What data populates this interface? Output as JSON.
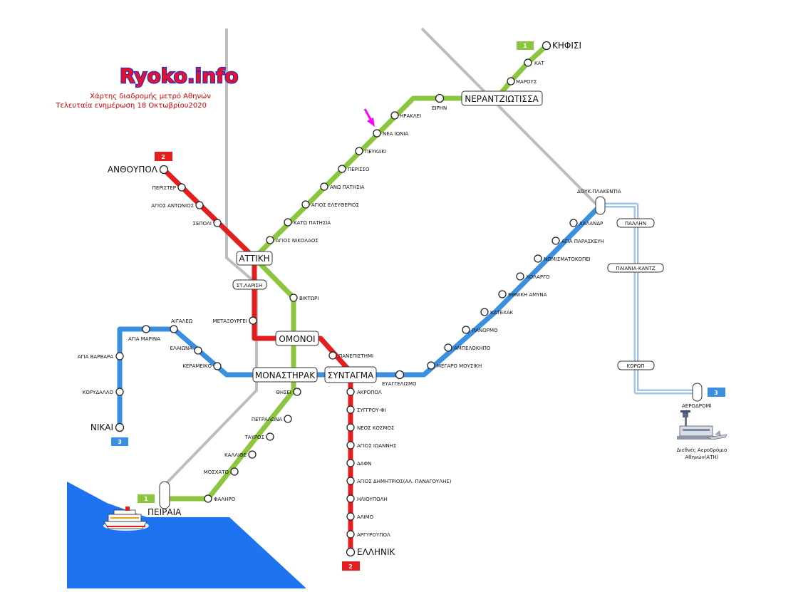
{
  "header": {
    "logo": "Ryoko.info",
    "subtitle": "Χάρτης διαδρομής μετρό Αθηνών",
    "updated": "Τελευταία ενημέρωση 18 Οκτωβρίου2020"
  },
  "colors": {
    "line1": "#8cc63f",
    "line2": "#e41e1e",
    "line3": "#3a8fe0",
    "airport_branch": "#9fc4e8",
    "rail": "#bdbdbd",
    "sea": "#1e73f0",
    "marker": "#ff00ff"
  },
  "badges": {
    "line1_top": "1",
    "line1_bottom": "1",
    "line2_top": "2",
    "line2_bottom": "2",
    "line3_left": "3",
    "line3_right": "3"
  },
  "hubs": {
    "attiki": "ΑΤΤΙΚΗ",
    "omonoia": "ΟΜΟΝΟΙ",
    "monastiraki": "ΜΟΝΑΣΤΗΡΑΚ",
    "syntagma": "ΣΥΝΤΑΓΜΑ",
    "neratziotissa": "ΝΕΡΑΝΤΖΙΩΤΙΣΣΑ",
    "st_larisis": "ΣΤ.ΛΑΡΙΣΗ",
    "pallini": "ΠΑΛΛΗΝ",
    "paiania": "ΠΑΙΑΝΙΑ-ΚΑΝΤΖ",
    "koropi": "ΚΟΡΩΠ"
  },
  "line1": {
    "kifisia": "ΚΗΦΙΣΙ",
    "kat": "ΚΑΤ",
    "marousi": "ΜΑΡΟΥΣ",
    "irini": "ΕΙΡΗΝ",
    "irakleio": "ΗΡΑΚΛΕΙ",
    "nea_ionia": "ΝΕΑ ΙΩΝΙΑ",
    "pefkakia": "ΠΕΥΚΑΚΙ",
    "perissos": "ΠΕΡΙΣΣΟ",
    "ano_patisia": "ΑΝΩ ΠΑΤΗΣΙΑ",
    "ag_eleftherios": "ΑΓΙΟΣ ΕΛΕΥΘΕΡΙΟΣ",
    "kato_patisia": "ΚΑΤΩ ΠΑΤΗΣΙΑ",
    "ag_nikolaos": "ΑΓΙΟΣ ΝΙΚΟΛΑΟΣ",
    "viktoria": "ΒΙΚΤΩΡΙ",
    "thiseio": "ΘΗΣΕΙ",
    "petralona": "ΠΕΤΡΑΛΩΝΑ",
    "tavros": "ΤΑΥΡΟΣ",
    "kallithea": "ΚΑΛΛΙΘΕ",
    "moschato": "ΜΟΣΧΑΤΟ",
    "faliro": "ΦΑΛΗΡΟ",
    "piraeus": "ΠΕΙΡΑΙΑ"
  },
  "line2": {
    "anthoupoli": "ΑΝΘΟΥΠΟΛ",
    "peristeri": "ΠΕΡΙΣΤΕΡ",
    "ag_antonios": "ΑΓΙΟΣ ΑΝΤΩΝΙΟΣ",
    "sepolia": "ΣΕΠΟΛΙ",
    "metaxourgeio": "ΜΕΤΑΞΟΥΡΓΕΙ",
    "panepistimio": "ΠΑΝΕΠΙΣΤΗΜΙ",
    "akropoli": "ΑΚΡΟΠΟΛ",
    "syngrou_fix": "ΣΥΓΓΡΟΥ-ΦΙ",
    "neos_kosmos": "ΝΕΟΣ ΚΟΣΜΟΣ",
    "ag_ioannis": "ΑΓΙΟΣ ΙΩΑΝΝΗΣ",
    "dafni": "ΔΑΦΝ",
    "ag_dimitrios": "ΑΓΙΟΣ ΔΗΜΗΤΡΙΟΣ(ΑΛ. ΠΑΝΑΓΟΥΛΗΣ)",
    "ilioupoli": "ΗΛΙΟΥΠΟΛΗ",
    "alimos": "ΑΛΙΜΟ",
    "argyroupoli": "ΑΡΓΥΡΟΥΠΟΛ",
    "elliniko": "ΕΛΛΗΝΙΚ"
  },
  "line3": {
    "aigaleo": "ΑΙΓΑΛΕΩ",
    "ag_marina": "ΑΓΙΑ ΜΑΡΙΝΑ",
    "elaionas": "ΕΛΑΙΩΝΑ",
    "kerameikos": "ΚΕΡΑΜΕΙΚΟ",
    "ag_varvara": "ΑΓΙΑ ΒΑΡΒΑΡΑ",
    "korydallos": "ΚΟΡΥΔΑΛΛΟ",
    "nikaia": "ΝΙΚΑΙ",
    "evangelismos": "ΕΥΑΓΓΕΛΙΣΜΟ",
    "megaro_mousikis": "ΜΕΓΑΡΟ ΜΟΥΣΙΚΗ",
    "ampelokipi": "ΑΜΠΕΛΟΚΗΠΟ",
    "panormou": "ΠΑΝΟΡΜΟ",
    "katehaki": "ΚΑΤΕΧΑΚ",
    "ethniki_amyna": "ΕΘΝΙΚΗ ΑΜΥΝΑ",
    "cholargos": "ΧΟΛΑΡΓΟ",
    "nomismatokopio": "ΝΟΜΙΣΜΑΤΟΚΟΠΕΙ",
    "ag_paraskevi": "ΑΓΙΑ ΠΑΡΑΣΚΕΥΗ",
    "chalandri": "ΧΑΛΑΝΔΡ",
    "doukissis": "ΔΟΥΚ.ΠΛΑΚΕΝΤΙΑ",
    "aerodromio": "ΑΕΡΟΔΡΟΜΙ"
  },
  "airport": {
    "name_line1": "Διεθνές Αεροδρόμιο",
    "name_line2": "Αθηνών(ΑΤΗ)"
  }
}
